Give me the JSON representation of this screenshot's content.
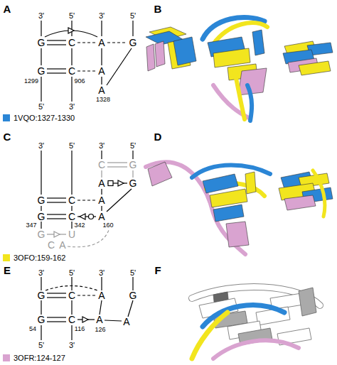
{
  "diagram": {
    "labels": [
      "A",
      "3'",
      "5'",
      "3'",
      "5'",
      "G",
      "C",
      "A",
      "G",
      "G",
      "C",
      "A",
      "A",
      "1299",
      "906",
      "1328",
      "5'",
      "3'",
      "B",
      "C",
      "3'",
      "5'",
      "3'",
      "5'",
      "C",
      "G",
      "A",
      "G",
      "G",
      "C",
      "A",
      "G",
      "C",
      "A",
      "347",
      "342",
      "160",
      "G",
      "U",
      "C",
      "A",
      "D",
      "E",
      "3'",
      "5'",
      "3'",
      "5'",
      "G",
      "C",
      "A",
      "G",
      "G",
      "C",
      "A",
      "A",
      "54",
      "116",
      "126",
      "5'",
      "3'",
      "F"
    ],
    "legend": [
      {
        "text": "1VQO:1327-1330",
        "color": "#2b86d6"
      },
      {
        "text": "3OFO:159-162",
        "color": "#f2e51e"
      },
      {
        "text": "3OFR:124-127",
        "color": "#d9a3d0"
      }
    ]
  }
}
